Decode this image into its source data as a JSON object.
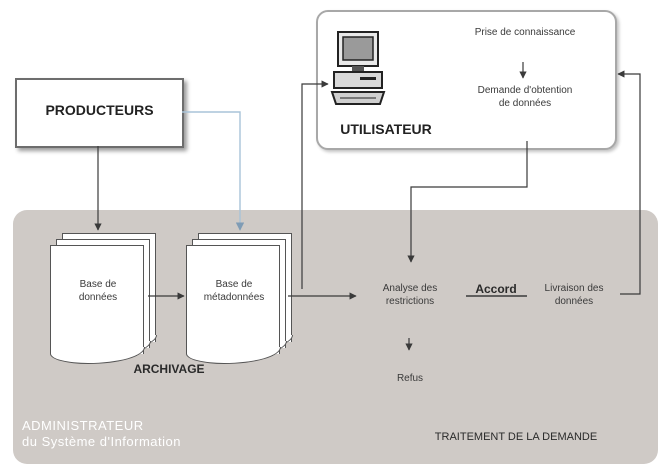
{
  "nodes": {
    "producteurs": "PRODUCTEURS",
    "utilisateur": "UTILISATEUR",
    "prise": "Prise de connaissance",
    "demande": [
      "Demande d'obtention",
      "de données"
    ],
    "base_donnees": [
      "Base de",
      "données"
    ],
    "base_metadonnees": [
      "Base de",
      "métadonnées"
    ],
    "archivage": "ARCHIVAGE",
    "analyse": [
      "Analyse des",
      "restrictions"
    ],
    "accord": "Accord",
    "livraison": [
      "Livraison des",
      "données"
    ],
    "refus": "Refus",
    "administrateur": [
      "ADMINISTRATEUR",
      "du Système d'Information"
    ],
    "traitement": "TRAITEMENT DE LA DEMANDE"
  },
  "colors": {
    "admin_panel": "#cfcac6",
    "admin_text": "#ffffff",
    "producer_link": "#a9c3d8",
    "line": "#3a3a3a"
  },
  "icons": [
    "computer-icon",
    "arrow-icon"
  ]
}
